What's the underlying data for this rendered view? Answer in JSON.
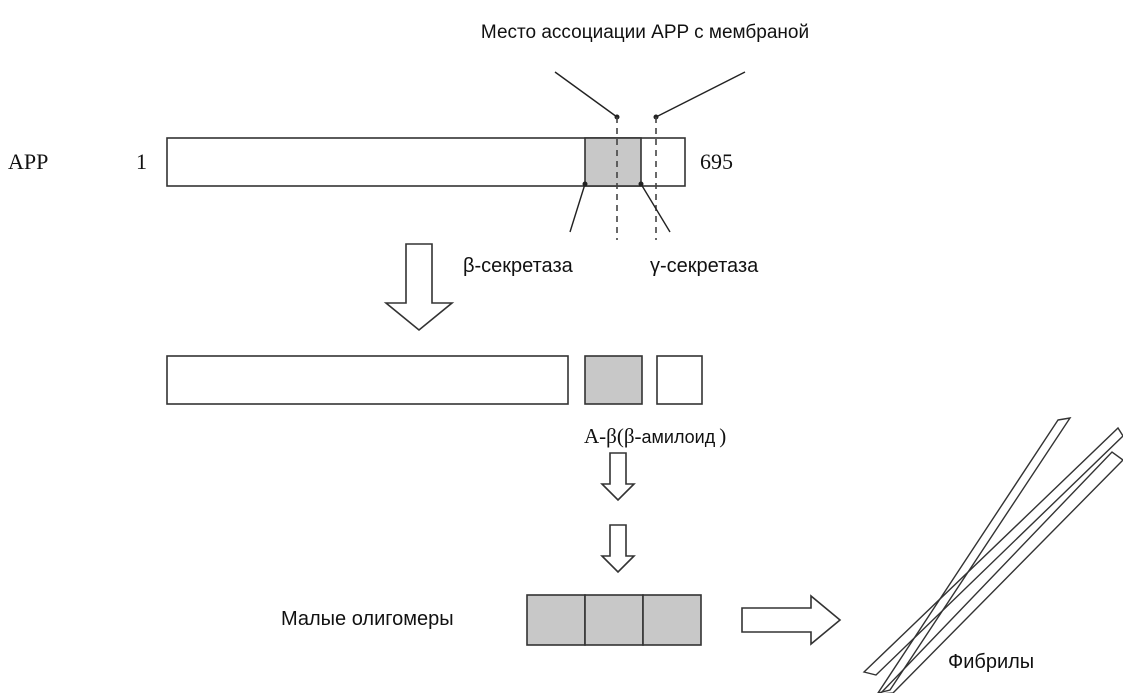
{
  "title": "Место ассоциации APP с мембраной",
  "app": {
    "label": "APP",
    "start": "1",
    "end": "695"
  },
  "beta_secretase": "β-секретаза",
  "gamma_secretase": "γ-секретаза",
  "abeta": {
    "prefix": "A-β(β-",
    "word": "амилоид",
    "suffix": ")"
  },
  "oligomers": "Малые олигомеры",
  "fibrils": "Фибрилы",
  "colors": {
    "fragment_fill": "#c8c8c8",
    "stroke": "#333333",
    "background": "#ffffff"
  }
}
